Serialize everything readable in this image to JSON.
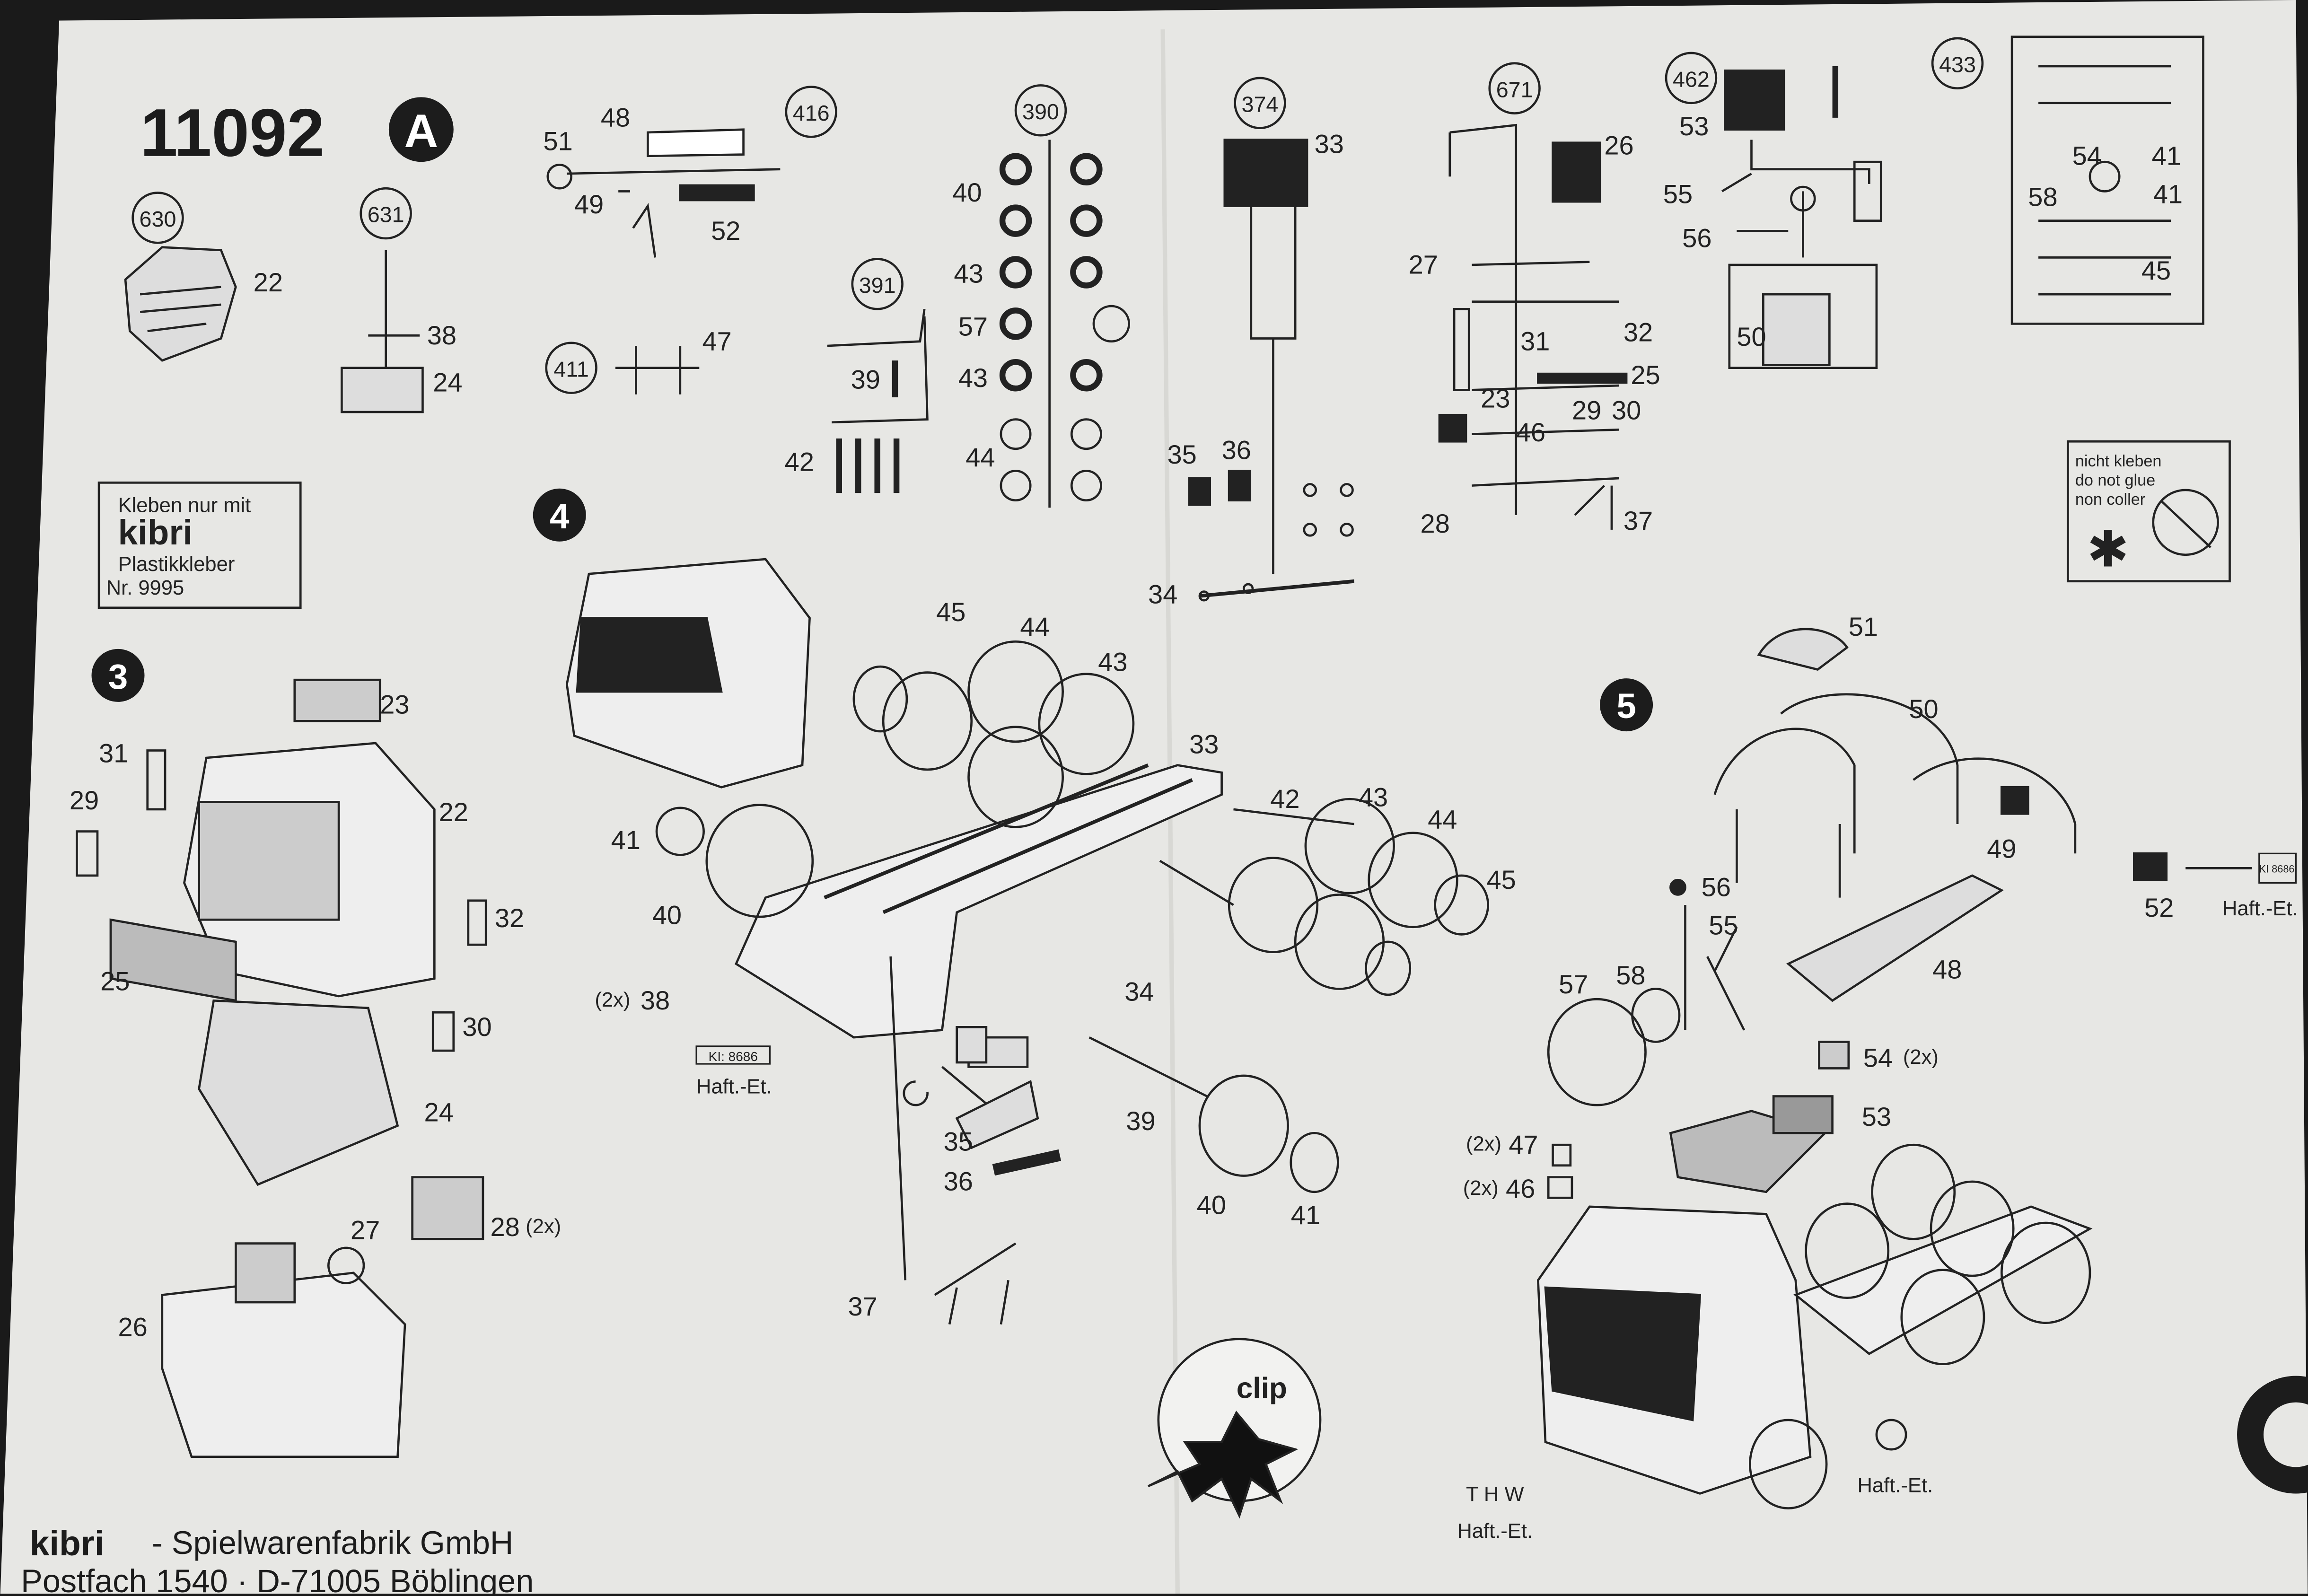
{
  "header": {
    "kit_number": "11092",
    "sheet_letter": "A"
  },
  "glue_note": {
    "line1": "Kleben nur mit",
    "brand": "kibri",
    "line2": "Plastikkleber",
    "line3": "Nr. 9995"
  },
  "warning": {
    "line1": "nicht kleben",
    "line2": "do not glue",
    "line3": "non coller",
    "symbol": "✱"
  },
  "footer": {
    "brand": "kibri",
    "company": " - Spielwarenfabrik  GmbH",
    "address": "Postfach 1540 · D-71005 Böblingen"
  },
  "steps": {
    "s3": "3",
    "s4": "4",
    "s5": "5"
  },
  "clip_label": "clip",
  "sprues": [
    {
      "id": "630",
      "parts": [
        "22"
      ]
    },
    {
      "id": "631",
      "parts": [
        "38",
        "24"
      ]
    },
    {
      "id": "416",
      "parts": [
        "48",
        "51",
        "49",
        "52"
      ]
    },
    {
      "id": "411",
      "parts": [
        "47"
      ]
    },
    {
      "id": "391",
      "parts": [
        "39",
        "42"
      ]
    },
    {
      "id": "390",
      "parts": [
        "40",
        "43",
        "57",
        "43",
        "44"
      ]
    },
    {
      "id": "374",
      "parts": [
        "33",
        "35",
        "36",
        "34"
      ]
    },
    {
      "id": "671",
      "parts": [
        "26",
        "27",
        "31",
        "32",
        "25",
        "23",
        "46",
        "29",
        "30",
        "28",
        "37"
      ]
    },
    {
      "id": "462",
      "parts": [
        "53",
        "55",
        "56",
        "50"
      ]
    },
    {
      "id": "433",
      "parts": [
        "54",
        "41",
        "58",
        "41",
        "45"
      ]
    }
  ],
  "step3_labels": [
    "23",
    "31",
    "29",
    "22",
    "32",
    "25",
    "30",
    "24",
    "27",
    "28",
    "(2x)",
    "26"
  ],
  "step4_labels": [
    "45",
    "44",
    "43",
    "33",
    "42",
    "43",
    "44",
    "41",
    "40",
    "45",
    "(2x)",
    "38",
    "34",
    "39",
    "35",
    "36",
    "40",
    "41",
    "37"
  ],
  "step5_labels": [
    "51",
    "50",
    "49",
    "52",
    "56",
    "55",
    "48",
    "57",
    "58",
    "54",
    "(2x)",
    "53",
    "(2x)",
    "47",
    "(2x)",
    "46"
  ],
  "haft_label": "Haft.-Et.",
  "ki_label": "KI: 8686",
  "ki_label_alt": "KI 8686",
  "thw_label": "T H W"
}
